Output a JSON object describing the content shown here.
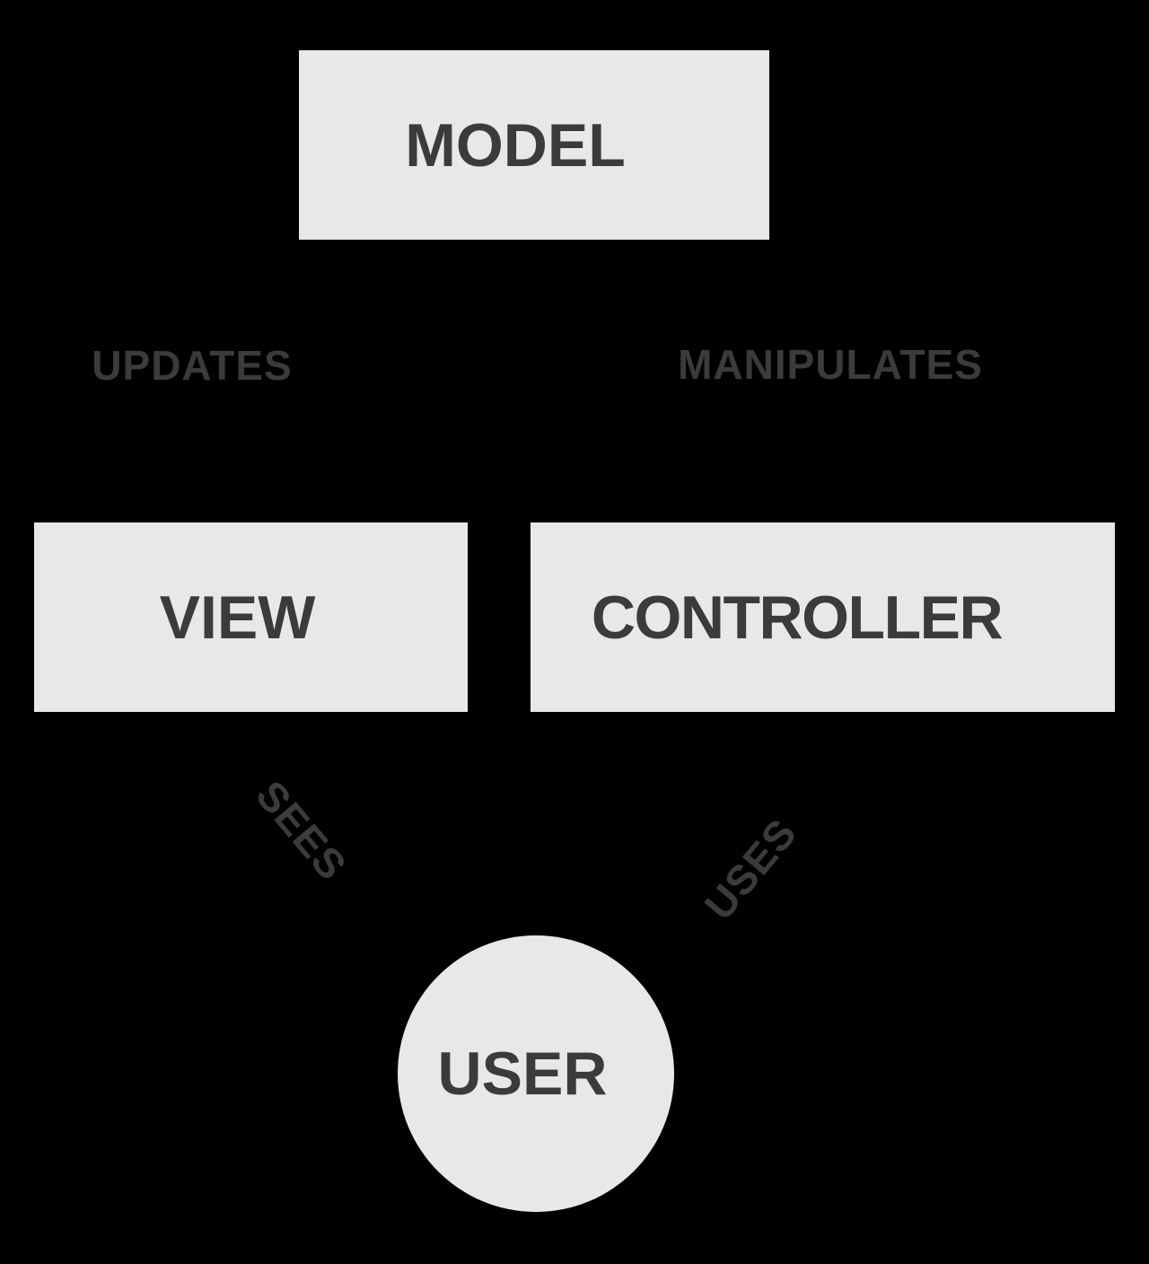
{
  "diagram": {
    "name": "model-view-controller-diagram",
    "colors": {
      "background": "#000000",
      "node_fill": "#e9e8e8",
      "text": "#3b3b3b"
    },
    "nodes": {
      "model": {
        "label": "MODEL",
        "shape": "rectangle"
      },
      "view": {
        "label": "VIEW",
        "shape": "rectangle"
      },
      "controller": {
        "label": "CONTROLLER",
        "shape": "rectangle"
      },
      "user": {
        "label": "USER",
        "shape": "circle"
      }
    },
    "edge_labels": {
      "updates": {
        "label": "UPDATES",
        "rotation_deg": 0
      },
      "manipulates": {
        "label": "MANIPULATES",
        "rotation_deg": 0
      },
      "sees": {
        "label": "SEES",
        "rotation_deg": 50
      },
      "uses": {
        "label": "USES",
        "rotation_deg": -50
      }
    }
  }
}
